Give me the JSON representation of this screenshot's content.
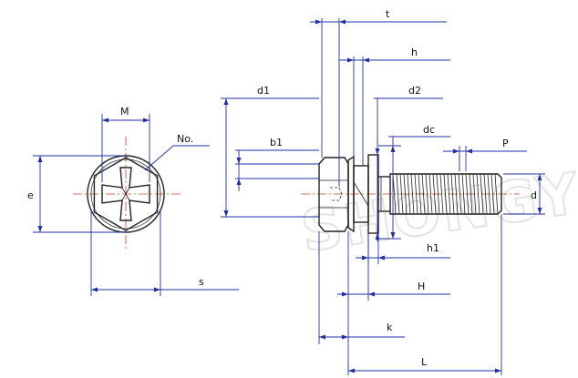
{
  "title": "Hex washer head screw with phillips recess and captive washer - dimension drawing",
  "watermark": "SHONGYU",
  "colors": {
    "dimension_lines": "#1f2fa8",
    "outline": "#222222",
    "centerline": "#d0403a",
    "watermark": "#e4e4e4"
  },
  "labels": {
    "M": "M",
    "No": "No.",
    "e": "e",
    "s": "s",
    "d1": "d1",
    "b1": "b1",
    "t": "t",
    "h": "h",
    "d2": "d2",
    "dc": "dc",
    "P": "P",
    "d": "d",
    "h1": "h1",
    "H": "H",
    "k": "k",
    "L": "L"
  }
}
